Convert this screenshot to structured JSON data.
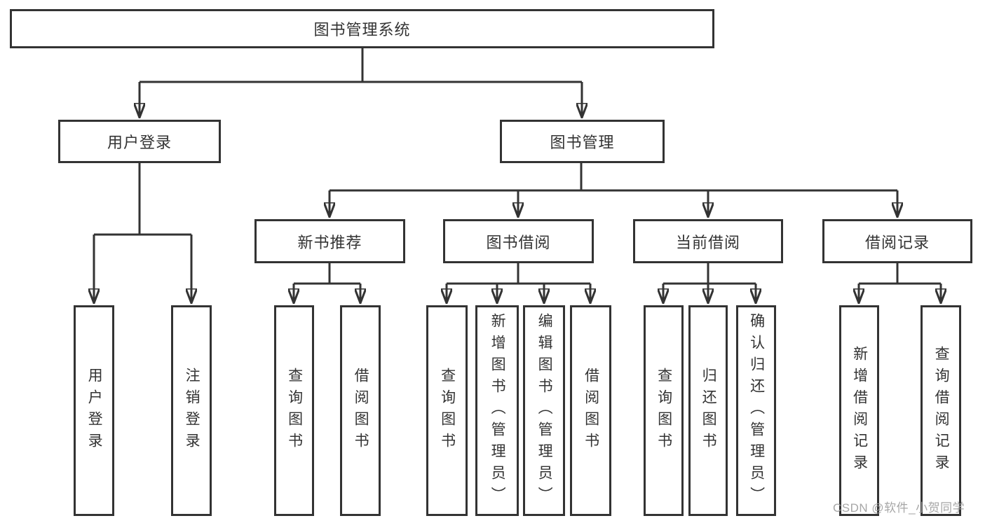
{
  "diagram": {
    "root": {
      "label": "图书管理系统"
    },
    "level2": {
      "user_login": {
        "label": "用户登录"
      },
      "book_mgmt": {
        "label": "图书管理"
      }
    },
    "level3": {
      "new_book_rec": {
        "label": "新书推荐"
      },
      "book_borrow": {
        "label": "图书借阅"
      },
      "current_borrow": {
        "label": "当前借阅"
      },
      "borrow_records": {
        "label": "借阅记录"
      }
    },
    "leaves": {
      "login_user": "用户登录",
      "login_logout": "注销登录",
      "rec_query_books": "查询图书",
      "rec_borrow_books": "借阅图书",
      "bb_query_books": "查询图书",
      "bb_add_books": "新增图书（管理员）",
      "bb_edit_books": "编辑图书（管理员）",
      "bb_borrow_books": "借阅图书",
      "cb_query_books": "查询图书",
      "cb_return_books": "归还图书",
      "cb_confirm_return": "确认归还（管理员）",
      "br_add_record": "新增借阅记录",
      "br_query_record": "查询借阅记录"
    },
    "watermark": "CSDN @软件_小贺同学",
    "colors": {
      "line": "#333333",
      "text": "#333333",
      "watermark": "#a0a0a0",
      "background": "#ffffff"
    }
  }
}
